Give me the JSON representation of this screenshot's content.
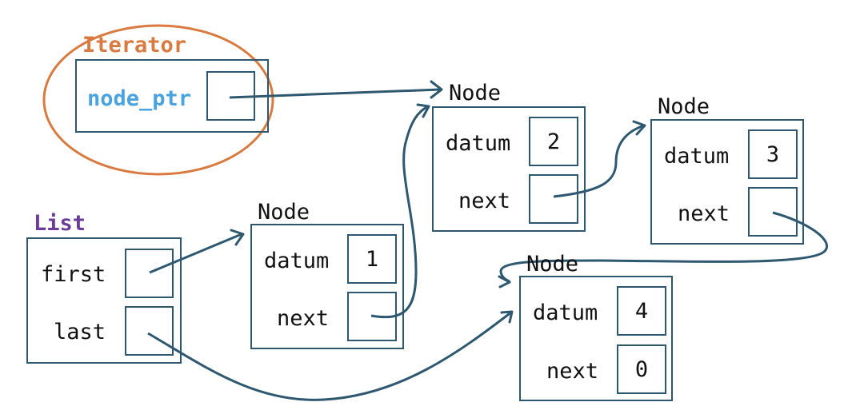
{
  "colors": {
    "stroke": "#2e5870",
    "text": "#111111",
    "iterator": "#d97a40",
    "pointer_field": "#4aa3df",
    "list": "#6a3d9a"
  },
  "iterator": {
    "title": "Iterator",
    "field": "node_ptr"
  },
  "list": {
    "title": "List",
    "first_label": "first",
    "last_label": "last"
  },
  "nodes": [
    {
      "title": "Node",
      "datum_label": "datum",
      "next_label": "next",
      "datum": "1",
      "next": ""
    },
    {
      "title": "Node",
      "datum_label": "datum",
      "next_label": "next",
      "datum": "2",
      "next": ""
    },
    {
      "title": "Node",
      "datum_label": "datum",
      "next_label": "next",
      "datum": "3",
      "next": ""
    },
    {
      "title": "Node",
      "datum_label": "datum",
      "next_label": "next",
      "datum": "4",
      "next": "0"
    }
  ]
}
